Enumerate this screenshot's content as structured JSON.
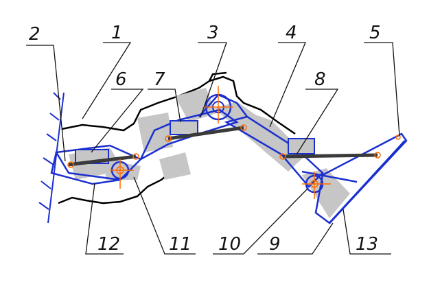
{
  "labels": {
    "l1": "1",
    "l2": "2",
    "l3": "3",
    "l4": "4",
    "l5": "5",
    "l6": "6",
    "l7": "7",
    "l8": "8",
    "l9": "9",
    "l10": "10",
    "l11": "11",
    "l12": "12",
    "l13": "13"
  },
  "colors": {
    "frame": "#1a2fd0",
    "fill": "#c6c6c6",
    "joint": "#ff6a00",
    "rod": "#3a3a3a",
    "line": "#111111",
    "outline": "#000000"
  }
}
